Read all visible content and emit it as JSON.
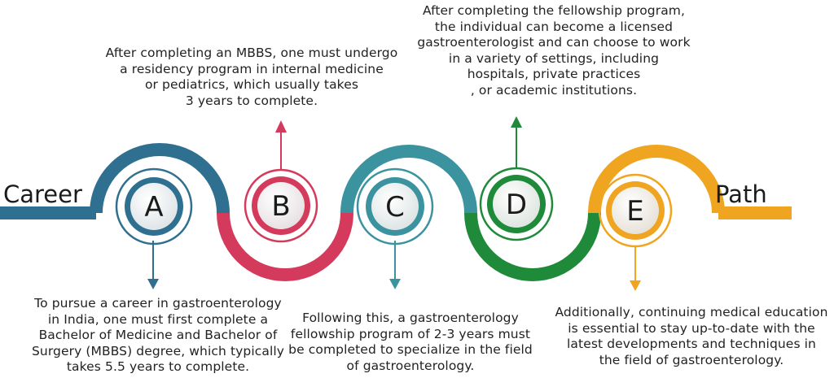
{
  "label_left": "Career",
  "label_right": "Path",
  "steps": [
    {
      "letter": "A",
      "color": "#2f6f8f",
      "text": [
        "To pursue a career in gastroenterology",
        "in India, one must first complete a",
        "Bachelor of Medicine and Bachelor of",
        "Surgery (MBBS) degree, which typically",
        "takes 5.5 years to complete."
      ]
    },
    {
      "letter": "B",
      "color": "#d43a5c",
      "text": [
        "After completing an MBBS, one must undergo",
        "a residency program in internal medicine",
        "or pediatrics, which usually takes",
        "3 years to complete."
      ]
    },
    {
      "letter": "C",
      "color": "#3c93a0",
      "text": [
        "Following this, a gastroenterology",
        "fellowship program of 2-3 years must",
        "be completed to specialize in the field",
        "of gastroenterology."
      ]
    },
    {
      "letter": "D",
      "color": "#1f8a3a",
      "text": [
        "After completing the fellowship program,",
        "the individual can become a licensed",
        "gastroenterologist and can choose to work",
        "in a variety of settings, including",
        "hospitals, private practices",
        ", or academic institutions."
      ]
    },
    {
      "letter": "E",
      "color": "#f0a520",
      "text": [
        "Additionally, continuing medical education",
        "is essential to stay up-to-date with the",
        "latest developments and techniques in",
        "the field of gastroenterology."
      ]
    }
  ]
}
